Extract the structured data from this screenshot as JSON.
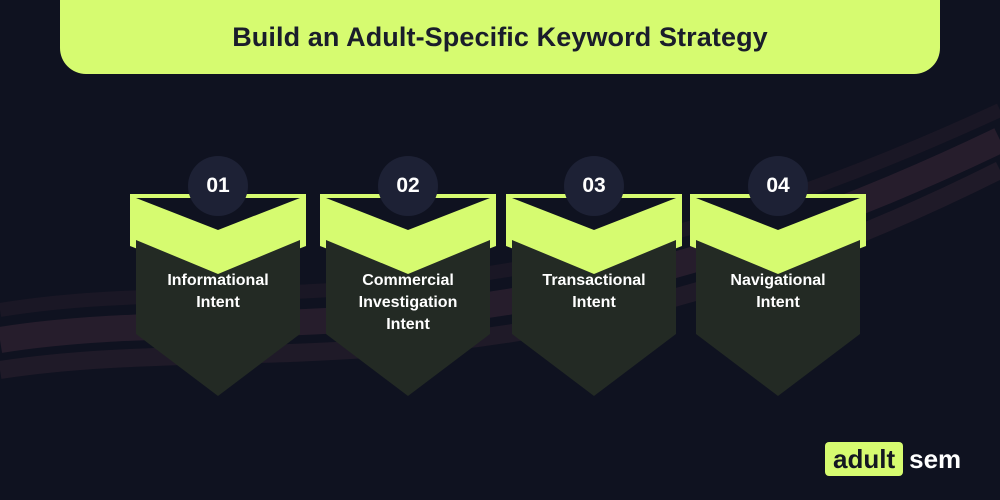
{
  "title": "Build an Adult-Specific Keyword Strategy",
  "steps": [
    {
      "number": "01",
      "label_lines": [
        "Informational",
        "Intent"
      ]
    },
    {
      "number": "02",
      "label_lines": [
        "Commercial",
        "Investigation",
        "Intent"
      ]
    },
    {
      "number": "03",
      "label_lines": [
        "Transactional",
        "Intent"
      ]
    },
    {
      "number": "04",
      "label_lines": [
        "Navigational",
        "Intent"
      ]
    }
  ],
  "logo": {
    "part1": "adult",
    "part2": "sem"
  },
  "colors": {
    "accent": "#d6fb70",
    "background": "#0f1220",
    "card": "#232a24",
    "badge": "#1d2135"
  }
}
